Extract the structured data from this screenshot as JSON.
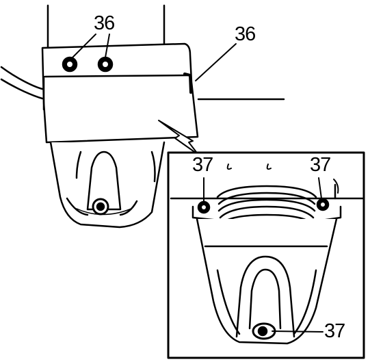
{
  "callouts": {
    "top_left": "36",
    "top_right": "36",
    "inset_left": "37",
    "inset_right": "37",
    "inset_bottom": "37"
  }
}
